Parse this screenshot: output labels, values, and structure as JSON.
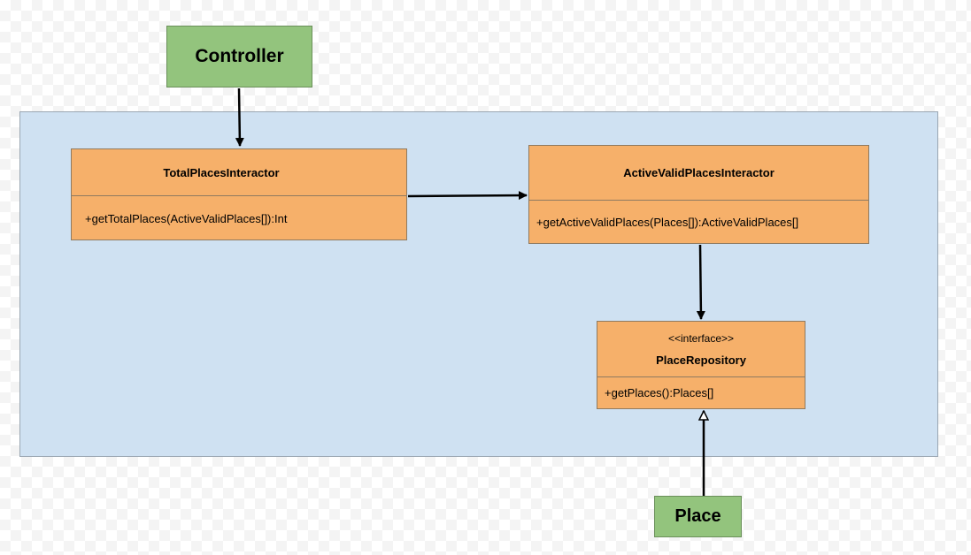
{
  "controller": {
    "label": "Controller"
  },
  "place": {
    "label": "Place"
  },
  "total_places_interactor": {
    "name": "TotalPlacesInteractor",
    "operation": "+getTotalPlaces(ActiveValidPlaces[]):Int"
  },
  "active_valid_places_interactor": {
    "name": "ActiveValidPlacesInteractor",
    "operation": "+getActiveValidPlaces(Places[]):ActiveValidPlaces[]"
  },
  "place_repository": {
    "stereotype": "<<interface>>",
    "name": "PlaceRepository",
    "operation": "+getPlaces():Places[]"
  },
  "colors": {
    "external_box": "#93c47d",
    "class_box": "#f6b06a",
    "container": "#cfe1f2"
  }
}
